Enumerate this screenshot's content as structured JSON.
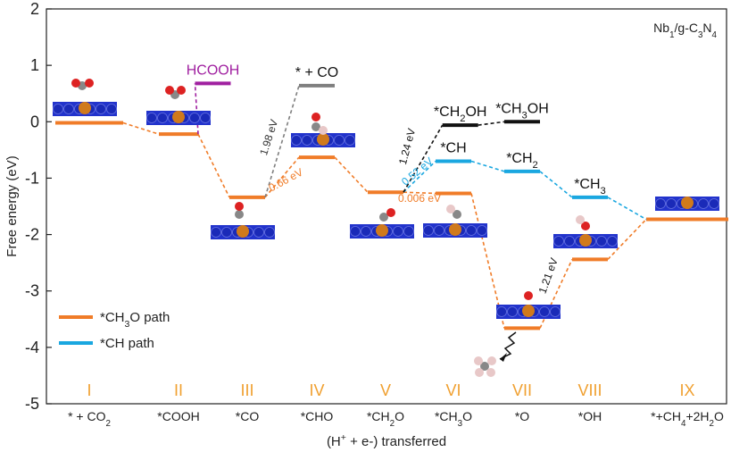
{
  "chart_data": {
    "type": "line",
    "title": "Nb1/g-C3N4",
    "xlabel": "(H+ + e-) transferred",
    "ylabel": "Free energy (eV)",
    "ylim": [
      -5,
      2
    ],
    "yticks": [
      2,
      1,
      0,
      -1,
      -2,
      -3,
      -4,
      -5
    ],
    "ytick_labels": [
      "2",
      "1",
      "0",
      "-1",
      "-2",
      "-3",
      "-4",
      "-5"
    ],
    "steps": [
      {
        "numeral": "I",
        "label": "* + CO2"
      },
      {
        "numeral": "II",
        "label": "*COOH"
      },
      {
        "numeral": "III",
        "label": "*CO"
      },
      {
        "numeral": "IV",
        "label": "*CHO"
      },
      {
        "numeral": "V",
        "label": "*CH2O"
      },
      {
        "numeral": "VI",
        "label": "*CH3O"
      },
      {
        "numeral": "VII",
        "label": "*O"
      },
      {
        "numeral": "VIII",
        "label": "*OH"
      },
      {
        "numeral": "IX",
        "label": "*+CH4+2H2O"
      }
    ],
    "series": [
      {
        "name": "*CH3O path",
        "color": "#f07c28",
        "points": [
          {
            "step": 0,
            "y": -0.02
          },
          {
            "step": 1,
            "y": -0.22
          },
          {
            "step": 2,
            "y": -1.34
          },
          {
            "step": 3,
            "y": -0.63
          },
          {
            "step": 4,
            "y": -1.25
          },
          {
            "step": 5,
            "y": -1.27
          },
          {
            "step": 6,
            "y": -3.66
          },
          {
            "step": 7,
            "y": -2.44
          },
          {
            "step": 8,
            "y": -1.73
          }
        ]
      },
      {
        "name": "*CH path",
        "color": "#1aa7e0",
        "points": [
          {
            "step": 4,
            "y": -1.25
          },
          {
            "step": 5,
            "y": -0.7
          },
          {
            "step": 6,
            "y": -0.88
          },
          {
            "step": 7,
            "y": -1.34
          },
          {
            "step": 8,
            "y": -1.73
          }
        ]
      }
    ],
    "side_products": [
      {
        "label": "HCOOH",
        "step": 1.5,
        "y": 0.68,
        "from_step": 1,
        "color": "#a020a0"
      },
      {
        "label": "* + CO",
        "step": 3.0,
        "y": 0.64,
        "from_step": 2,
        "color": "#7f7f7f"
      },
      {
        "label": "*CH2OH",
        "step": 5.1,
        "y": -0.06,
        "from_step": 4,
        "color": "#111111"
      },
      {
        "label": "*CH3OH",
        "step": 6.0,
        "y": 0.0,
        "from_step": "5.1",
        "color": "#111111"
      }
    ],
    "annotations": [
      {
        "text": "1.98 eV",
        "color": "#333333"
      },
      {
        "text": "0.66 eV",
        "color": "#f07c28"
      },
      {
        "text": "1.24 eV",
        "color": "#111111"
      },
      {
        "text": "0.52 eV",
        "color": "#1aa7e0"
      },
      {
        "text": "0.006 eV",
        "color": "#f07c28"
      },
      {
        "text": "1.21 eV",
        "color": "#111111"
      }
    ],
    "level_labels": [
      {
        "text": "*CH",
        "color": "#111111"
      },
      {
        "text": "*CH2",
        "color": "#111111"
      },
      {
        "text": "*CH3",
        "color": "#111111"
      }
    ],
    "legend": {
      "placement": "bottom-left",
      "items": [
        {
          "label": "*CH3O path",
          "color": "#f07c28"
        },
        {
          "label": "*CH path",
          "color": "#1aa7e0"
        }
      ]
    }
  }
}
